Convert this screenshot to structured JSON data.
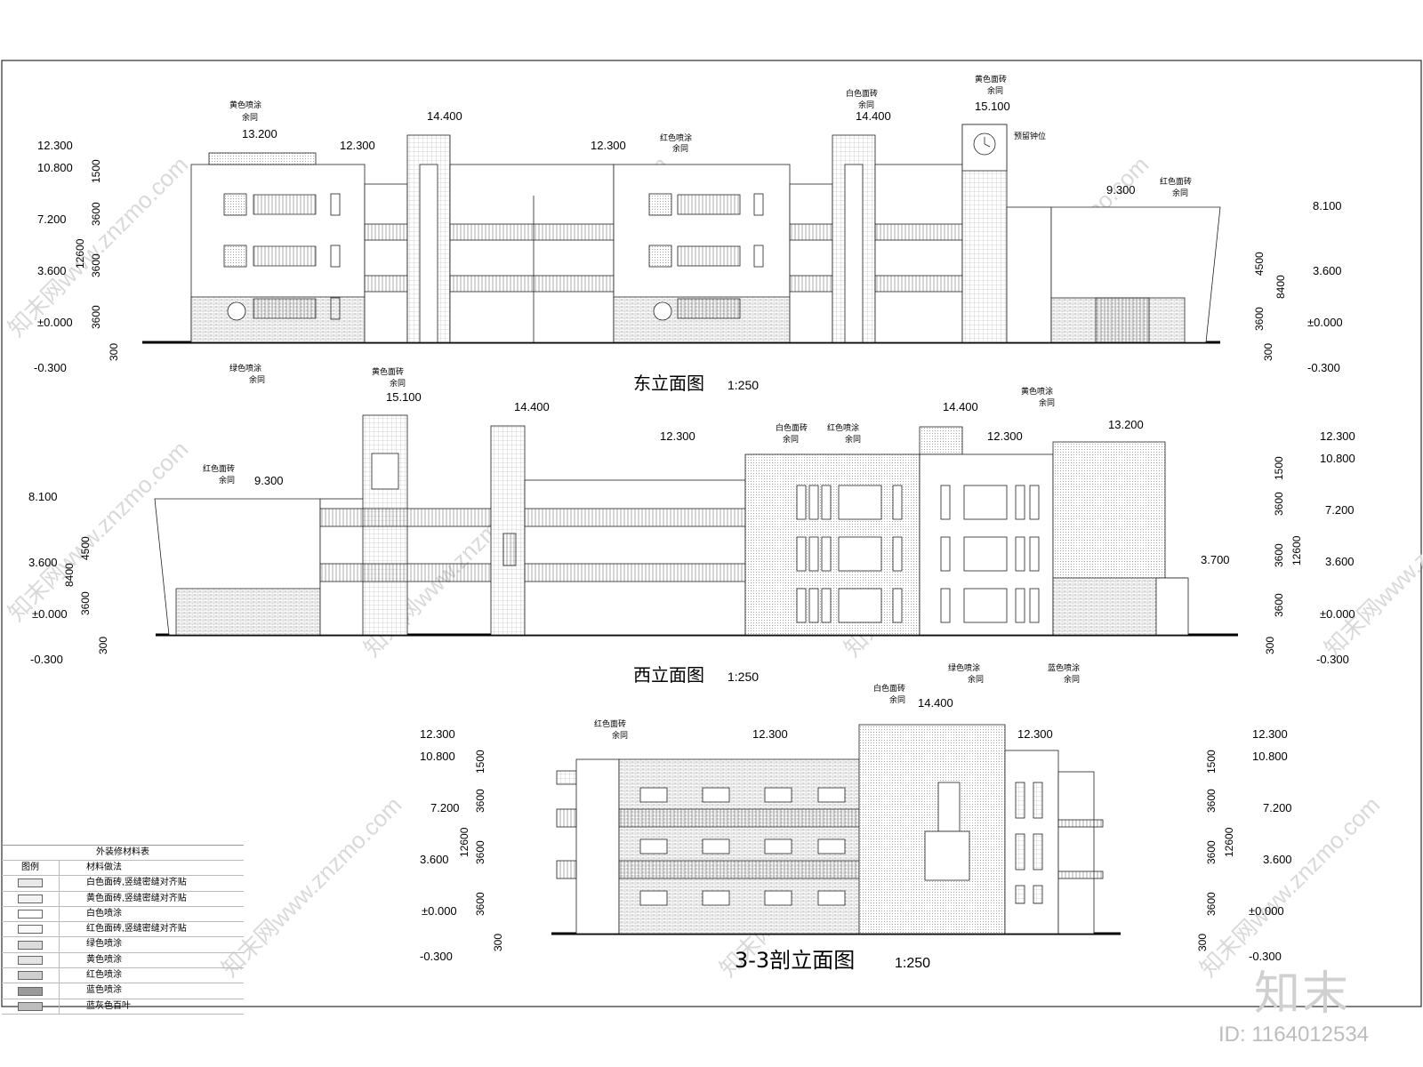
{
  "east": {
    "title": "东立面图",
    "scale": "1:250",
    "levels_left": [
      "12.300",
      "10.800",
      "7.200",
      "3.600",
      "±0.000",
      "-0.300"
    ],
    "levels_right": [
      "8.100",
      "3.600",
      "±0.000",
      "-0.300"
    ],
    "dims_left": [
      "1500",
      "3600",
      "3600",
      "3600",
      "300"
    ],
    "dim_total_left": "12600",
    "dims_right": [
      "4500",
      "3600",
      "300"
    ],
    "dim_total_right": "8400",
    "top_levels": [
      "13.200",
      "12.300",
      "14.400",
      "12.300",
      "14.400",
      "15.100",
      "9.300"
    ],
    "notes": [
      {
        "a": "黄色喷涂",
        "b": "余同"
      },
      {
        "a": "红色喷涂",
        "b": "余同"
      },
      {
        "a": "白色面砖",
        "b": "余同"
      },
      {
        "a": "黄色面砖",
        "b": "余同"
      },
      {
        "a": "预留钟位",
        "b": ""
      },
      {
        "a": "红色面砖",
        "b": "余同"
      },
      {
        "a": "绿色喷涂",
        "b": "余同"
      }
    ]
  },
  "west": {
    "title": "西立面图",
    "scale": "1:250",
    "levels_left": [
      "8.100",
      "3.600",
      "±0.000",
      "-0.300"
    ],
    "levels_right": [
      "12.300",
      "10.800",
      "7.200",
      "3.600",
      "±0.000",
      "-0.300"
    ],
    "dims_left": [
      "4500",
      "3600",
      "300"
    ],
    "dim_total_left": "8400",
    "dims_right": [
      "1500",
      "3600",
      "3600",
      "3600",
      "300"
    ],
    "dim_total_right": "12600",
    "top_levels": [
      "9.300",
      "15.100",
      "14.400",
      "12.300",
      "14.400",
      "12.300",
      "13.200",
      "3.700"
    ],
    "notes": [
      {
        "a": "红色面砖",
        "b": "余同"
      },
      {
        "a": "黄色面砖",
        "b": "余同"
      },
      {
        "a": "白色面砖",
        "b": "余同"
      },
      {
        "a": "红色喷涂",
        "b": "余同"
      },
      {
        "a": "黄色喷涂",
        "b": "余同"
      },
      {
        "a": "绿色喷涂",
        "b": "余同"
      },
      {
        "a": "蓝色喷涂",
        "b": "余同"
      }
    ]
  },
  "section": {
    "title": "3-3剖立面图",
    "scale": "1:250",
    "levels_left": [
      "12.300",
      "10.800",
      "7.200",
      "3.600",
      "±0.000",
      "-0.300"
    ],
    "levels_right": [
      "12.300",
      "10.800",
      "7.200",
      "3.600",
      "±0.000",
      "-0.300"
    ],
    "dims": [
      "1500",
      "3600",
      "3600",
      "3600",
      "300"
    ],
    "dim_total": "12600",
    "top_levels": [
      "12.300",
      "14.400",
      "12.300"
    ],
    "notes": [
      {
        "a": "红色面砖",
        "b": "余同"
      },
      {
        "a": "白色面砖",
        "b": "余同"
      }
    ]
  },
  "legend": {
    "title": "外装修材料表",
    "col_icon": "图例",
    "col_material": "材料做法",
    "rows": [
      {
        "label": "白色面砖,竖缝密缝对齐贴",
        "swatch": "#e9e9e9"
      },
      {
        "label": "黄色面砖,竖缝密缝对齐贴",
        "swatch": "#f3f3f3"
      },
      {
        "label": "白色喷涂",
        "swatch": "#ffffff"
      },
      {
        "label": "红色面砖,竖缝密缝对齐贴",
        "swatch": "#fafafa"
      },
      {
        "label": "绿色喷涂",
        "swatch": "#dcdcdc"
      },
      {
        "label": "黄色喷涂",
        "swatch": "#e4e4e4"
      },
      {
        "label": "红色喷涂",
        "swatch": "#cfcfcf"
      },
      {
        "label": "蓝色喷涂",
        "swatch": "#9a9a9a"
      },
      {
        "label": "蓝灰色百叶",
        "swatch": "#bdbdbd"
      }
    ]
  },
  "watermark": {
    "text": "知末网www.znzmo.com"
  },
  "brand": "知末",
  "id_label": "ID: 1164012534"
}
